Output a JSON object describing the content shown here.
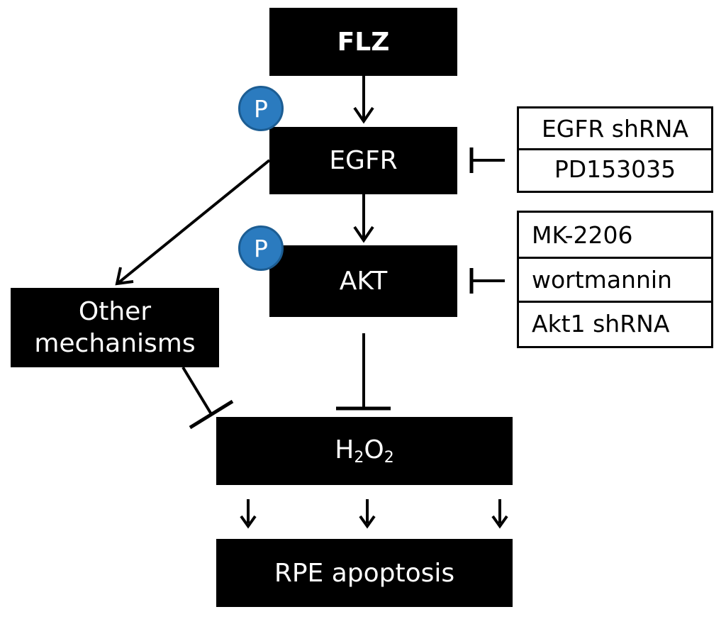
{
  "nodes": {
    "flz": "FLZ",
    "egfr": "EGFR",
    "akt": "AKT",
    "other_line1": "Other",
    "other_line2": "mechanisms",
    "h2o2_h": "H",
    "h2o2_sub1": "2",
    "h2o2_o": "O",
    "h2o2_sub2": "2",
    "rpe": "RPE apoptosis"
  },
  "phospho_label": "P",
  "inhibitors": {
    "egfr": [
      "EGFR shRNA",
      "PD153035"
    ],
    "akt": [
      "MK-2206",
      "wortmannin",
      "Akt1 shRNA"
    ]
  },
  "colors": {
    "node_fill": "#000000",
    "node_text": "#ffffff",
    "phospho_fill": "#2b7bbf",
    "line": "#000000"
  }
}
